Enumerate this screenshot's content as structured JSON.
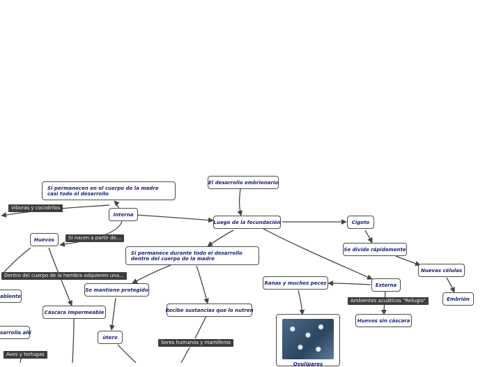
{
  "nodes": {
    "desarrollo": "El desarrollo embrionario",
    "luego": "Luego de la fecundación",
    "cigoto": "Cigoto",
    "divide": "Se divide rápidamente",
    "nuevas": "Nuevas células",
    "embrion": "Embrión",
    "externa": "Externa",
    "ranas": "Ranas y muchos peces",
    "huevos_sin": "Huevos sin cáscara",
    "interna": "Interna",
    "permanecen": "Si permanecen en el cuerpo de la madre casi todo el desarrollo",
    "huevos": "Huevos",
    "permanece": "Si permanece durante todo el desarrollo dentro del cuerpo de la madre",
    "protegido": "Se mantiene protegido",
    "recibe": "Recibe sustancias que lo nutren",
    "utero": "útero",
    "cascara": "Cáscara Impermeable",
    "ambiente": "ablente",
    "desarrolla": "sarrolla ahí",
    "image_caption": "Ovulípares"
  },
  "labels": {
    "viboras": "Víboras y cocodrilos",
    "nacen": "Si nacen a partir de...",
    "dentro": "Dentro del cuerpo de la hembra adquieren una...",
    "ambientes": "Ambientes acuáticos \"Refugio\"",
    "seres": "Seres humanos y mamíferos",
    "aves": "Aves y tortugas"
  },
  "colors": {
    "node_text": "#1a237e",
    "node_border": "#4a4a4a",
    "label_bg": "#3d3d3d",
    "connector": "#444444"
  }
}
